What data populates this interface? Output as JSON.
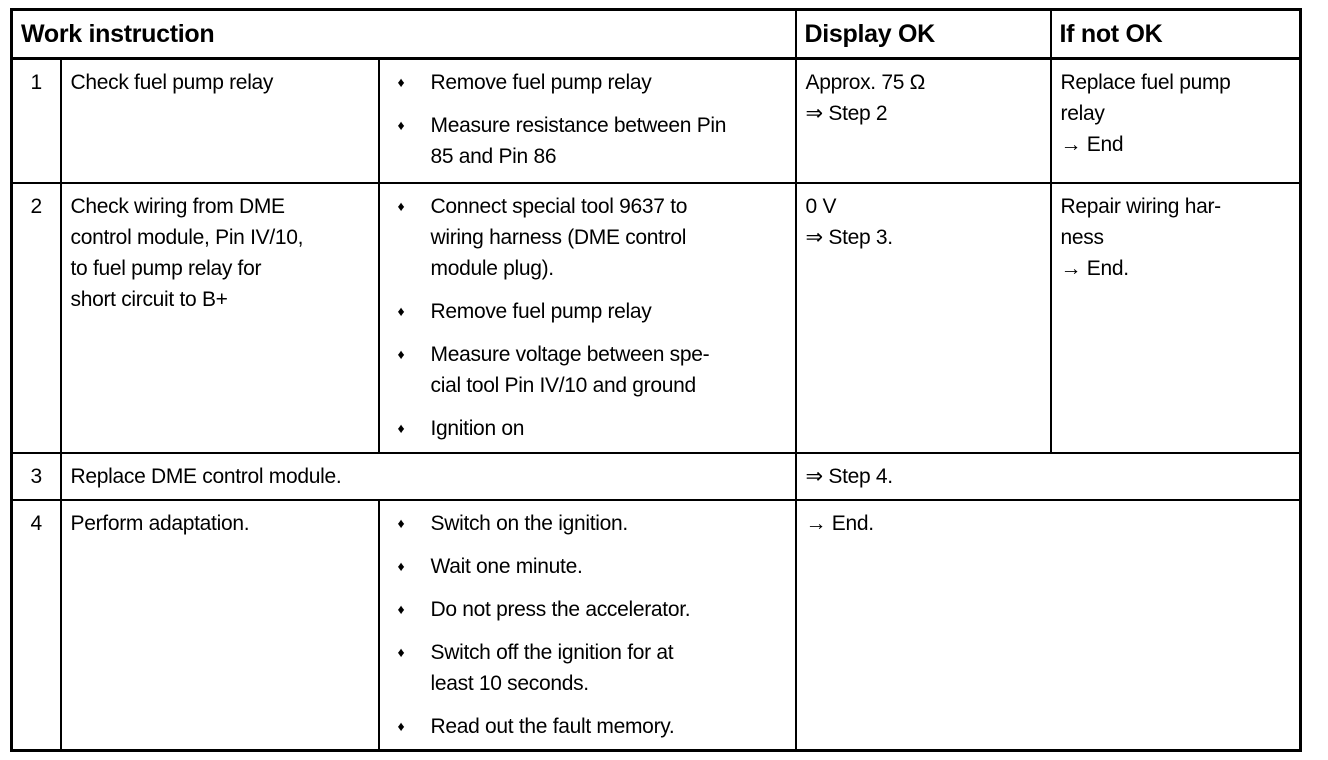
{
  "colors": {
    "border": "#000000",
    "background": "#ffffff",
    "text": "#000000"
  },
  "table": {
    "bullet_glyph": "♦",
    "headers": {
      "work_instruction": "Work instruction",
      "display_ok": "Display OK",
      "if_not_ok": "If not OK"
    },
    "rows": [
      {
        "num": "1",
        "instruction": "Check fuel pump relay",
        "actions": [
          "Remove fuel pump relay",
          "Measure resistance between Pin\n85 and Pin 86"
        ],
        "display_ok": "Approx. 75 Ω\n⇒ Step 2",
        "if_not_ok": "Replace fuel pump\nrelay\n→ End"
      },
      {
        "num": "2",
        "instruction": "Check wiring from DME\ncontrol module, Pin IV/10,\nto fuel pump relay for\nshort circuit to B+",
        "actions": [
          "Connect special tool 9637 to\nwiring harness (DME control\nmodule plug).",
          "Remove fuel pump relay",
          "Measure voltage between spe-\ncial tool Pin IV/10 and ground",
          "Ignition on"
        ],
        "display_ok": "0 V\n⇒ Step 3.",
        "if_not_ok": "Repair wiring har-\nness\n→ End."
      },
      {
        "num": "3",
        "instruction": "Replace DME control module.",
        "result": "⇒ Step 4."
      },
      {
        "num": "4",
        "instruction": "Perform adaptation.",
        "actions": [
          "Switch on the ignition.",
          "Wait one minute.",
          "Do not press the accelerator.",
          "Switch off the ignition for at\nleast 10 seconds.",
          "Read out the fault memory."
        ],
        "result": "→ End."
      }
    ]
  }
}
